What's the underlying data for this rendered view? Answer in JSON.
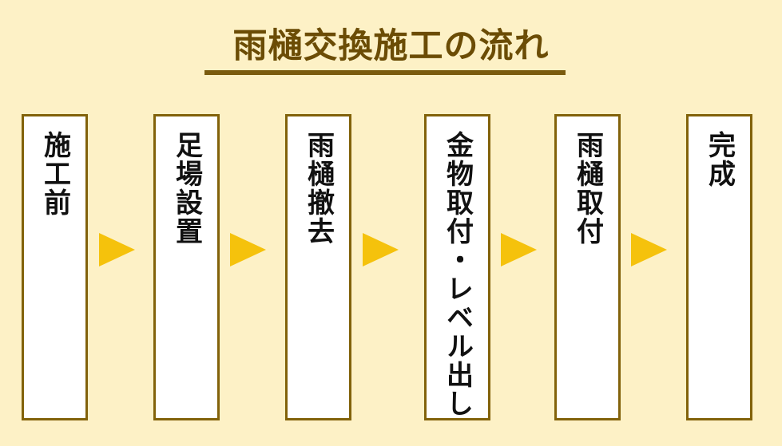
{
  "diagram": {
    "title": "雨樋交換施工の流れ",
    "steps": [
      {
        "label": "施工前"
      },
      {
        "label": "足場設置"
      },
      {
        "label": "雨樋撤去"
      },
      {
        "label": "金物取付・レベル出し"
      },
      {
        "label": "雨樋取付"
      },
      {
        "label": "完成"
      }
    ]
  },
  "colors": {
    "background": "#fdf1c6",
    "title": "#6b4c05",
    "box_border": "#82620a",
    "arrow": "#f5c20c"
  }
}
